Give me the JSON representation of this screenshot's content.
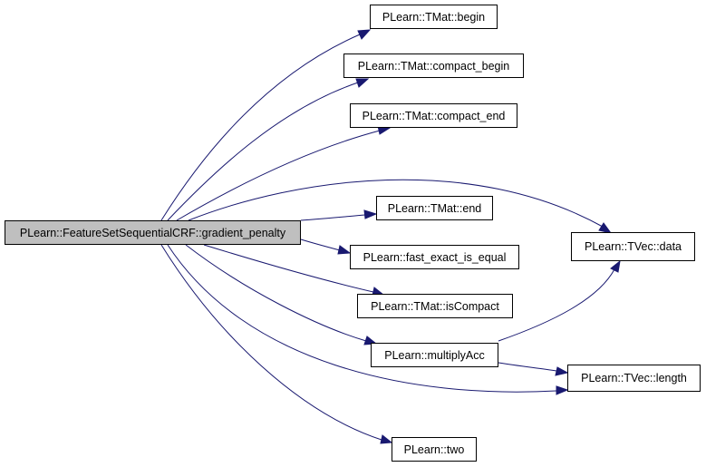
{
  "graph": {
    "edge_color": "#191970",
    "root_fill": "#bfbfbf",
    "node_fill": "#ffffff",
    "nodes": {
      "root": "PLearn::FeatureSetSequentialCRF::gradient_penalty",
      "begin": "PLearn::TMat::begin",
      "compact_begin": "PLearn::TMat::compact_begin",
      "compact_end": "PLearn::TMat::compact_end",
      "end": "PLearn::TMat::end",
      "fast_exact": "PLearn::fast_exact_is_equal",
      "isCompact": "PLearn::TMat::isCompact",
      "multiplyAcc": "PLearn::multiplyAcc",
      "two": "PLearn::two",
      "data": "PLearn::TVec::data",
      "length": "PLearn::TVec::length"
    },
    "edges": [
      [
        "root",
        "begin"
      ],
      [
        "root",
        "compact_begin"
      ],
      [
        "root",
        "compact_end"
      ],
      [
        "root",
        "data"
      ],
      [
        "root",
        "end"
      ],
      [
        "root",
        "fast_exact"
      ],
      [
        "root",
        "isCompact"
      ],
      [
        "root",
        "multiplyAcc"
      ],
      [
        "root",
        "length"
      ],
      [
        "root",
        "two"
      ],
      [
        "multiplyAcc",
        "data"
      ],
      [
        "multiplyAcc",
        "length"
      ]
    ]
  }
}
